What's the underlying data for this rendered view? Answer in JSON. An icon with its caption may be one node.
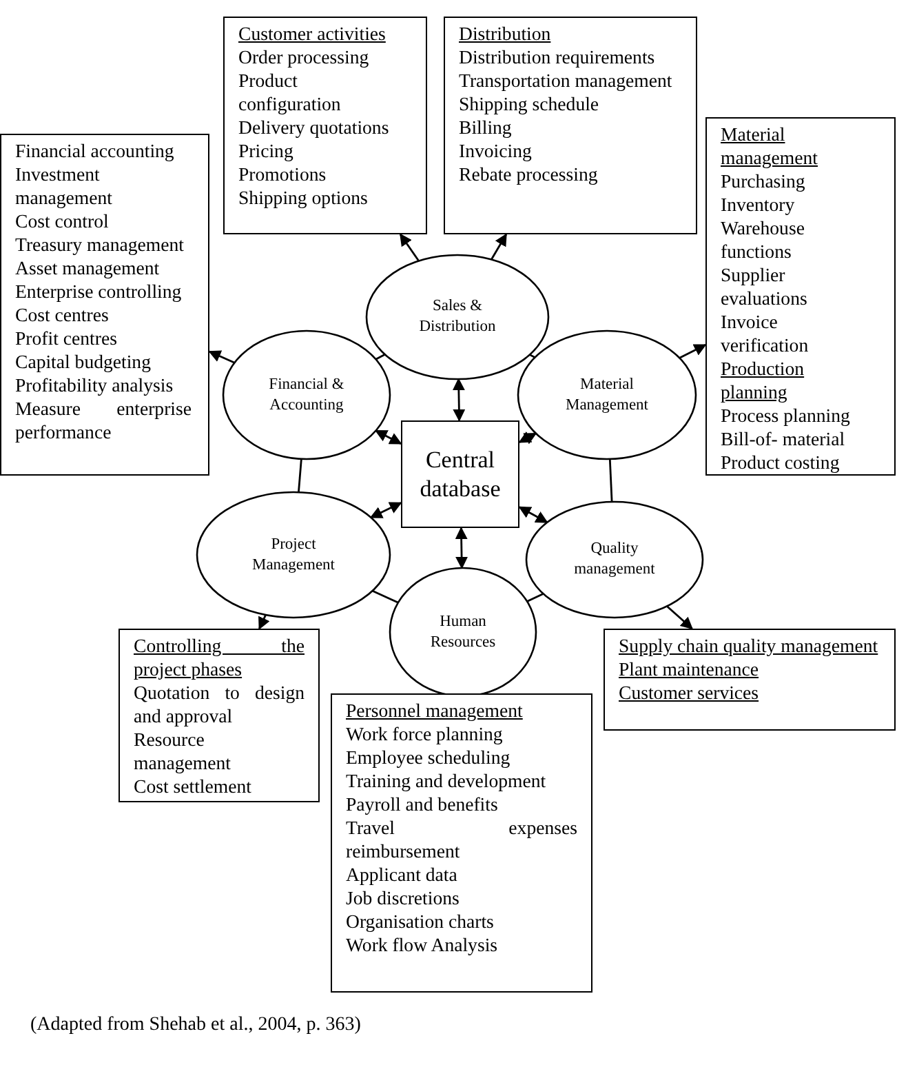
{
  "diagram": {
    "caption": "(Adapted from Shehab et al., 2004, p. 363)",
    "nodes": [
      {
        "text": [
          "Customer activities",
          "Order processing",
          "Product configuration",
          "Delivery quotations",
          "Pricing",
          "Promotions",
          "Shipping options"
        ]
      },
      {
        "text": [
          "Distribution",
          "Distribution requirements",
          "Transportation management",
          "Shipping schedule",
          "Billing",
          "Invoicing",
          "Rebate processing"
        ]
      },
      {
        "text": [
          "Financial accounting",
          "Investment management",
          "Cost control",
          "Treasury management",
          "Asset management",
          "Enterprise controlling",
          "Cost centres",
          "Profit centres",
          "Capital budgeting",
          "Profitability analysis",
          "Measure enterprise performance"
        ]
      },
      {
        "text": [
          "Sales & Distribution"
        ]
      },
      {
        "text": [
          "Material management",
          "Purchasing",
          "Inventory",
          "Warehouse functions",
          "Supplier evaluations",
          "Invoice verification",
          "Production planning",
          "Process planning",
          "Bill-of- material",
          "Product costing"
        ]
      },
      {
        "text": [
          "Financial & Accounting"
        ]
      },
      {
        "text": [
          "Material Management"
        ]
      },
      {
        "text": [
          "Central database"
        ]
      },
      {
        "text": [
          "Project Management"
        ]
      },
      {
        "text": [
          "Quality management"
        ]
      },
      {
        "text": [
          "Human Resources"
        ]
      },
      {
        "text": [
          "Controlling the project phases",
          "Quotation to design and approval",
          "Resource management",
          "Cost settlement"
        ]
      },
      {
        "text": [
          "Supply chain quality management",
          "Plant maintenance",
          "Customer services"
        ]
      },
      {
        "text": [
          "Personnel management",
          "Work force planning",
          "Employee scheduling",
          "Training and development",
          "Payroll and benefits",
          "Travel expenses reimbursement",
          "Applicant data",
          "Job discretions",
          "Organisation charts",
          "Work flow Analysis"
        ]
      }
    ],
    "edges": [
      {
        "from": 3,
        "to": 0,
        "arrow": "to"
      },
      {
        "from": 3,
        "to": 1,
        "arrow": "to"
      },
      {
        "from": 5,
        "to": 2,
        "arrow": "to"
      },
      {
        "from": 6,
        "to": 4,
        "arrow": "to"
      },
      {
        "from": 8,
        "to": 11,
        "arrow": "to"
      },
      {
        "from": 9,
        "to": 12,
        "arrow": "to"
      },
      {
        "from": 7,
        "to": 3,
        "arrow": "both"
      },
      {
        "from": 7,
        "to": 5,
        "arrow": "both"
      },
      {
        "from": 7,
        "to": 6,
        "arrow": "both"
      },
      {
        "from": 7,
        "to": 8,
        "arrow": "both"
      },
      {
        "from": 7,
        "to": 9,
        "arrow": "both"
      },
      {
        "from": 7,
        "to": 10,
        "arrow": "both"
      },
      {
        "from": 3,
        "to": 5,
        "arrow": "none"
      },
      {
        "from": 3,
        "to": 6,
        "arrow": "none"
      },
      {
        "from": 5,
        "to": 8,
        "arrow": "none"
      },
      {
        "from": 6,
        "to": 9,
        "arrow": "none"
      },
      {
        "from": 8,
        "to": 10,
        "arrow": "none"
      },
      {
        "from": 10,
        "to": 9,
        "arrow": "none"
      }
    ]
  }
}
